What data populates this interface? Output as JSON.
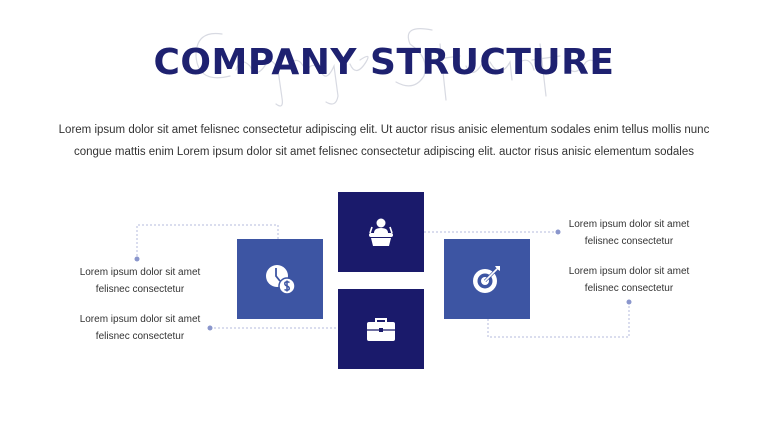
{
  "background_script": "Company Structure",
  "title": "COMPANY STRUCTURE",
  "intro": {
    "line1": "Lorem ipsum dolor sit amet felisnec consectetur adipiscing elit. Ut auctor risus anisic elementum sodales enim tellus mollis nunc",
    "line2": "congue mattis enim Lorem ipsum dolor sit amet felisnec consectetur adipiscing elit. auctor risus anisic elementum sodales"
  },
  "colors": {
    "dark": "#1a1a6b",
    "blue": "#3d55a3",
    "title": "#1e2170",
    "connector": "#8a96cc"
  },
  "boxes": [
    {
      "icon": "speaker-podium-icon"
    },
    {
      "icon": "clock-money-icon"
    },
    {
      "icon": "briefcase-icon"
    },
    {
      "icon": "target-icon"
    }
  ],
  "captions": [
    {
      "line1": "Lorem ipsum dolor sit amet",
      "line2": "felisnec consectetur"
    },
    {
      "line1": "Lorem ipsum dolor sit amet",
      "line2": "felisnec consectetur"
    },
    {
      "line1": "Lorem ipsum dolor sit amet",
      "line2": "felisnec consectetur"
    },
    {
      "line1": "Lorem ipsum dolor sit amet",
      "line2": "felisnec consectetur"
    }
  ]
}
